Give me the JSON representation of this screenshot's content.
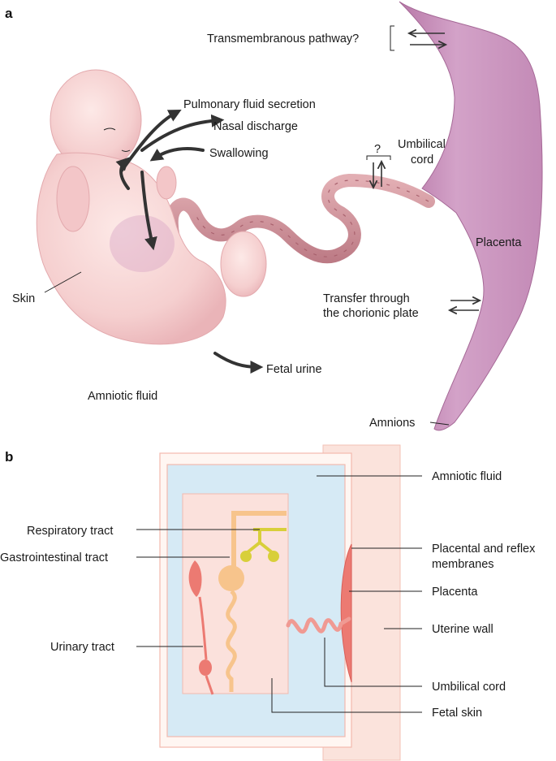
{
  "panel_a": {
    "letter": "a",
    "labels": {
      "transmembranous": "Transmembranous pathway?",
      "pulmonary": "Pulmonary fluid secretion",
      "nasal": "Nasal discharge",
      "swallowing": "Swallowing",
      "umbilical_1": "Umbilical",
      "umbilical_2": "cord",
      "question": "?",
      "placenta": "Placenta",
      "skin": "Skin",
      "transfer_1": "Transfer through",
      "transfer_2": "the chorionic plate",
      "fetal_urine": "Fetal urine",
      "amniotic_fluid": "Amniotic fluid",
      "amnions": "Amnions"
    }
  },
  "panel_b": {
    "letter": "b",
    "labels": {
      "amniotic_fluid": "Amniotic fluid",
      "respiratory": "Respiratory tract",
      "placental_1": "Placental and reflex",
      "placental_2": "membranes",
      "gastrointestinal": "Gastrointestinal tract",
      "placenta": "Placenta",
      "uterine": "Uterine wall",
      "urinary": "Urinary tract",
      "umbilical": "Umbilical cord",
      "fetal_skin": "Fetal skin"
    }
  },
  "colors": {
    "placenta_purple": "#c88fb8",
    "fetus_pink": "#f6d3d3",
    "cord_pink": "#c98a92",
    "amniotic_blue": "#d6eaf5",
    "uterine_wall": "#fbe3dc",
    "organ_red": "#ec7a72",
    "gi_orange": "#f7c48c",
    "lung_yellow": "#d8cf3a"
  }
}
